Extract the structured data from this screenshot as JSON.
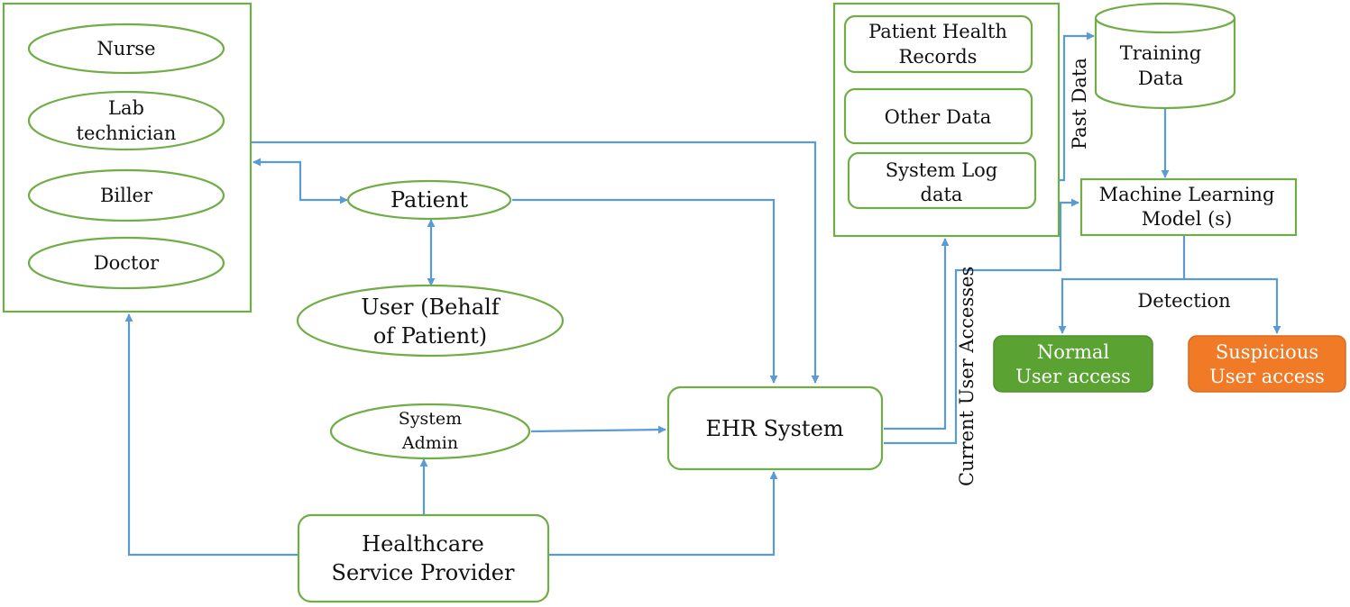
{
  "actors": {
    "nurse": "Nurse",
    "lab_line1": "Lab",
    "lab_line2": "technician",
    "biller": "Biller",
    "doctor": "Doctor"
  },
  "patient": "Patient",
  "user_behalf": {
    "line1": "User (Behalf",
    "line2": "of Patient)"
  },
  "system_admin": {
    "line1": "System",
    "line2": "Admin"
  },
  "provider": {
    "line1": "Healthcare",
    "line2": "Service Provider"
  },
  "ehr": "EHR System",
  "records": {
    "phr_line1": "Patient Health",
    "phr_line2": "Records",
    "other": "Other Data",
    "log_line1": "System Log",
    "log_line2": "data"
  },
  "training": {
    "line1": "Training",
    "line2": "Data"
  },
  "ml": {
    "line1": "Machine Learning",
    "line2": "Model (s)"
  },
  "labels": {
    "past_data": "Past Data",
    "current_access": "Current User Accesses",
    "detection": "Detection"
  },
  "outputs": {
    "normal_line1": "Normal",
    "normal_line2": "User access",
    "suspicious_line1": "Suspicious",
    "suspicious_line2": "User access"
  },
  "colors": {
    "shape_border": "#70ad47",
    "connector": "#5b9bd5",
    "normal_fill": "#5aa332",
    "suspicious_fill": "#f07a26"
  }
}
